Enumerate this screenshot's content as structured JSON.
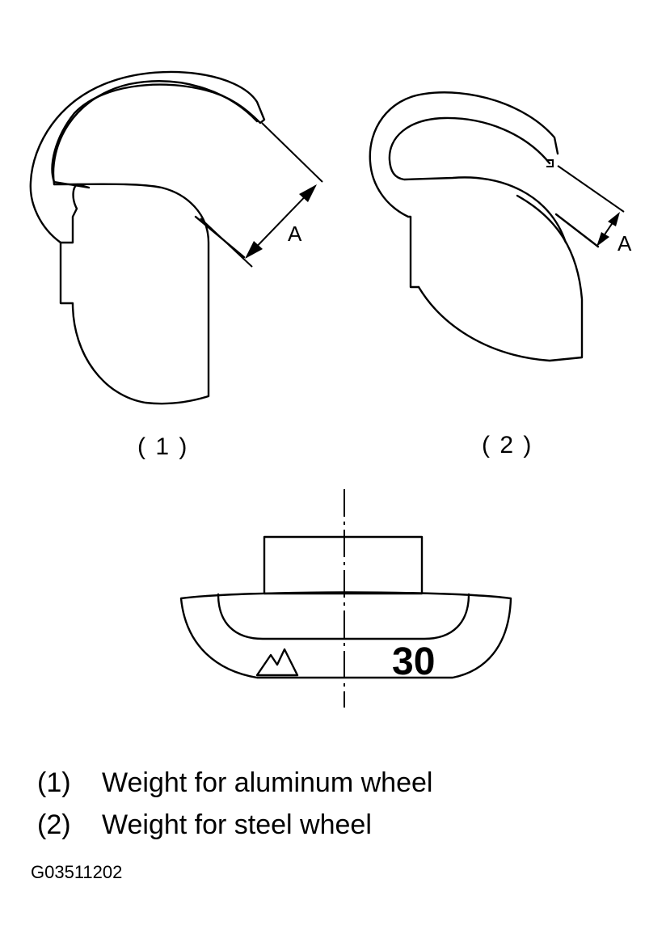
{
  "figure": {
    "dimension_label_1": "A",
    "dimension_label_2": "A",
    "caption_1": "( 1 )",
    "caption_2": "( 2 )",
    "stamp_number": "30"
  },
  "legend": [
    {
      "number": "(1)",
      "text": "Weight for aluminum wheel"
    },
    {
      "number": "(2)",
      "text": "Weight for steel wheel"
    }
  ],
  "figure_code": "G03511202"
}
